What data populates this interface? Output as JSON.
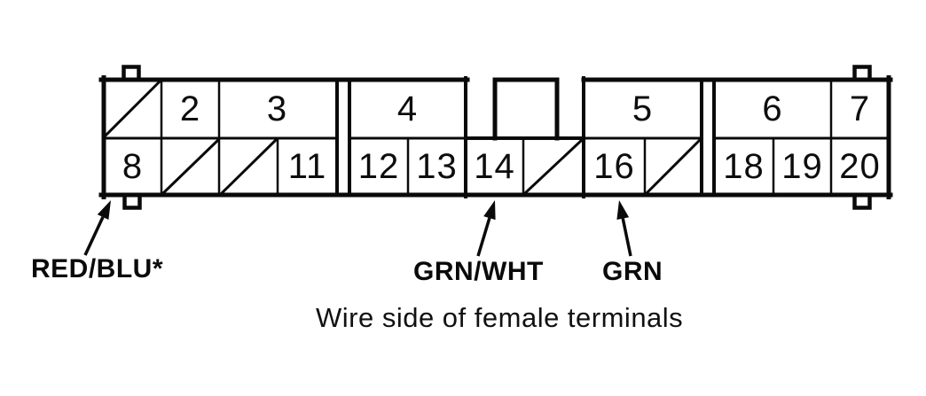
{
  "diagram": {
    "type": "connector-pinout",
    "caption": "Wire side of female terminals",
    "colors": {
      "line": "#0a0a0a",
      "background": "#ffffff"
    },
    "connector": {
      "top_row": [
        {
          "type": "empty-slash"
        },
        {
          "type": "terminal",
          "number": "2"
        },
        {
          "type": "terminal",
          "number": "3"
        },
        {
          "type": "divider"
        },
        {
          "type": "terminal",
          "number": "4"
        },
        {
          "type": "key-notch"
        },
        {
          "type": "terminal",
          "number": "5"
        },
        {
          "type": "divider"
        },
        {
          "type": "terminal",
          "number": "6"
        },
        {
          "type": "terminal",
          "number": "7"
        }
      ],
      "bottom_row": [
        {
          "type": "terminal",
          "number": "8"
        },
        {
          "type": "empty-slash"
        },
        {
          "type": "empty-slash"
        },
        {
          "type": "terminal",
          "number": "11"
        },
        {
          "type": "divider"
        },
        {
          "type": "terminal",
          "number": "12"
        },
        {
          "type": "terminal",
          "number": "13"
        },
        {
          "type": "terminal",
          "number": "14"
        },
        {
          "type": "empty-slash"
        },
        {
          "type": "terminal",
          "number": "16"
        },
        {
          "type": "empty-slash"
        },
        {
          "type": "divider"
        },
        {
          "type": "terminal",
          "number": "18"
        },
        {
          "type": "terminal",
          "number": "19"
        },
        {
          "type": "terminal",
          "number": "20"
        }
      ],
      "mount_tabs": [
        "top-left",
        "top-right",
        "bottom-left",
        "bottom-right"
      ]
    },
    "wire_labels": [
      {
        "text": "RED/BLU*",
        "points_to_terminal": "8"
      },
      {
        "text": "GRN/WHT",
        "points_to_terminal": "14"
      },
      {
        "text": "GRN",
        "points_to_terminal": "16"
      }
    ]
  }
}
